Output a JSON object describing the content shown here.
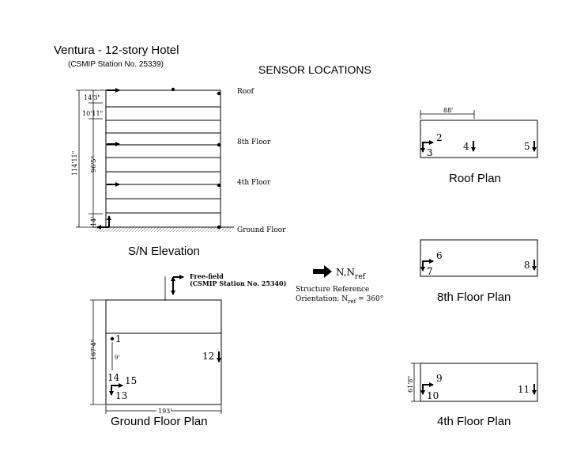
{
  "title": "Ventura - 12-story Hotel",
  "station": "(CSMIP Station No. 25339)",
  "heading": "SENSOR LOCATIONS",
  "elevation": {
    "caption": "S/N Elevation",
    "floors": {
      "roof": "Roof",
      "f8": "8th Floor",
      "f4": "4th Floor",
      "ground": "Ground Floor"
    },
    "dims": {
      "top": "14'3\"",
      "second": "10'11\"",
      "middle": "96'5\"",
      "total": "114'11\"",
      "bottom": "14'"
    }
  },
  "ground_plan": {
    "caption": "Ground Floor Plan",
    "free_field": "Free-field",
    "free_field_station": "(CSMIP Station No. 25340)",
    "dims": {
      "depth": "167'4\"",
      "width": "193'",
      "offset": "9'"
    },
    "sensors": {
      "s1": "1",
      "s12": "12",
      "s13": "13",
      "s14": "14",
      "s15": "15"
    }
  },
  "reference": {
    "n_label": "N,N",
    "n_sub": "ref",
    "line1": "Structure Reference",
    "line2_pre": "Orientation: N",
    "line2_sub": "ref",
    "line2_post": " = 360°"
  },
  "roof_plan": {
    "caption": "Roof Plan",
    "dim": "88'",
    "sensors": {
      "s2": "2",
      "s3": "3",
      "s4": "4",
      "s5": "5"
    }
  },
  "floor8_plan": {
    "caption": "8th Floor Plan",
    "sensors": {
      "s6": "6",
      "s7": "7",
      "s8": "8"
    }
  },
  "floor4_plan": {
    "caption": "4th Floor Plan",
    "dim": "61'8\"",
    "sensors": {
      "s9": "9",
      "s10": "10",
      "s11": "11"
    }
  }
}
